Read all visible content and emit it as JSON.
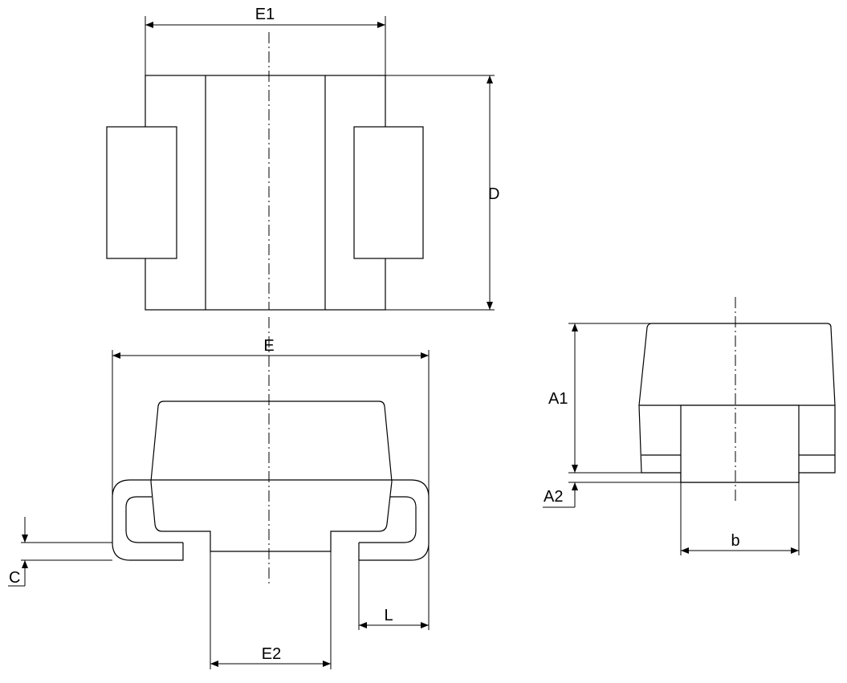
{
  "labels": {
    "E1": "E1",
    "D": "D",
    "E": "E",
    "E2": "E2",
    "L": "L",
    "C": "C",
    "A1": "A1",
    "A2": "A2",
    "b": "b"
  }
}
